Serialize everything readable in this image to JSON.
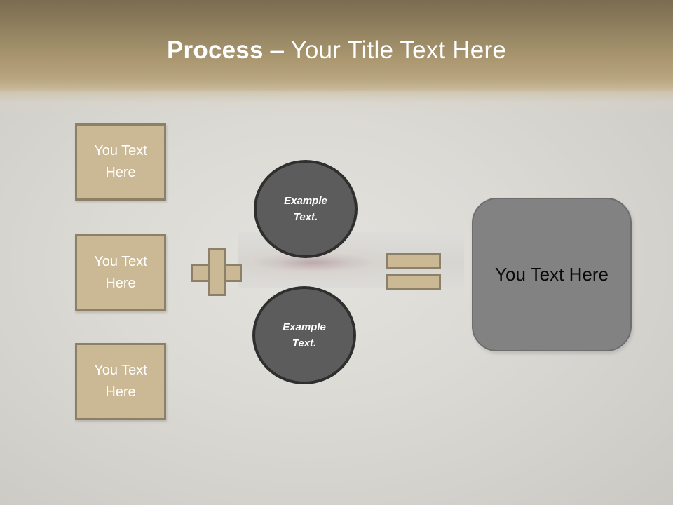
{
  "slide": {
    "title": {
      "strong": "Process",
      "rest": " – Your Title Text Here"
    }
  },
  "inputs": {
    "boxes": [
      {
        "label": "You Text Here"
      },
      {
        "label": "You Text Here"
      },
      {
        "label": "You Text Here"
      }
    ]
  },
  "operators": {
    "plus": "+",
    "equals": "="
  },
  "circles": [
    {
      "line1": "Example",
      "line2": "Text."
    },
    {
      "line1": "Example",
      "line2": "Text."
    }
  ],
  "result": {
    "label": "You Text Here"
  },
  "colors": {
    "header_top": "#7b6c51",
    "header_bottom": "#cbc0a6",
    "tan_fill": "#cbb894",
    "tan_border": "#8d8068",
    "circle_fill": "#5c5c5c",
    "circle_border": "#2f2f2f",
    "result_fill": "#828282",
    "background": "#d5d3ce",
    "title_text": "#ffffff",
    "box_text": "#ffffff",
    "result_text": "#0a0a0a"
  }
}
